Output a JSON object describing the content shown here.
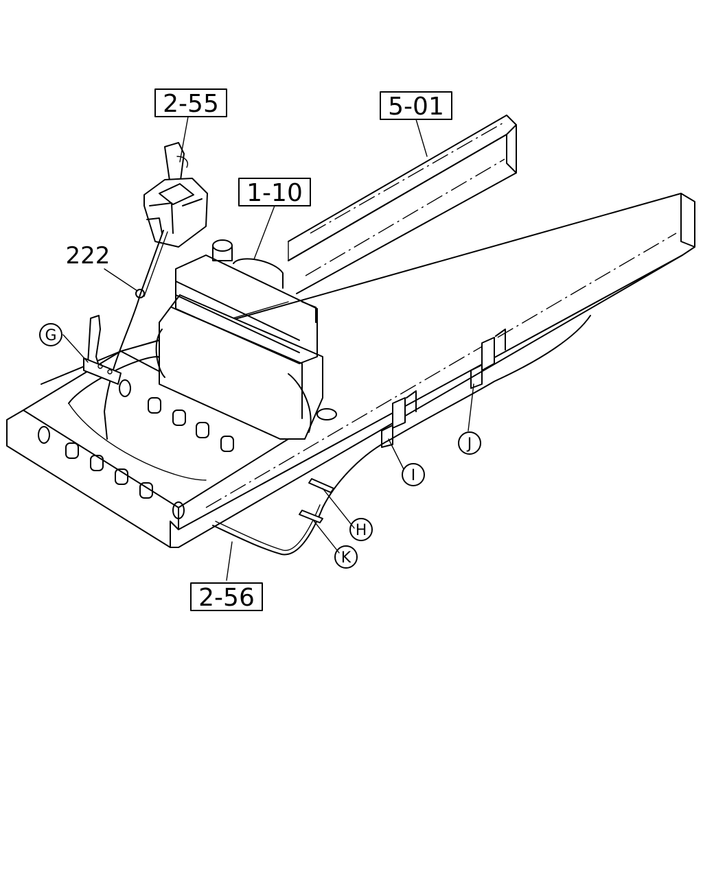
{
  "callouts": {
    "shift_lever": "2-55",
    "frame": "5-01",
    "transmission": "1-10",
    "cable": "2-56",
    "grommet": "222"
  },
  "markers": {
    "g": "G",
    "h": "H",
    "i": "I",
    "j": "J",
    "k": "K"
  }
}
